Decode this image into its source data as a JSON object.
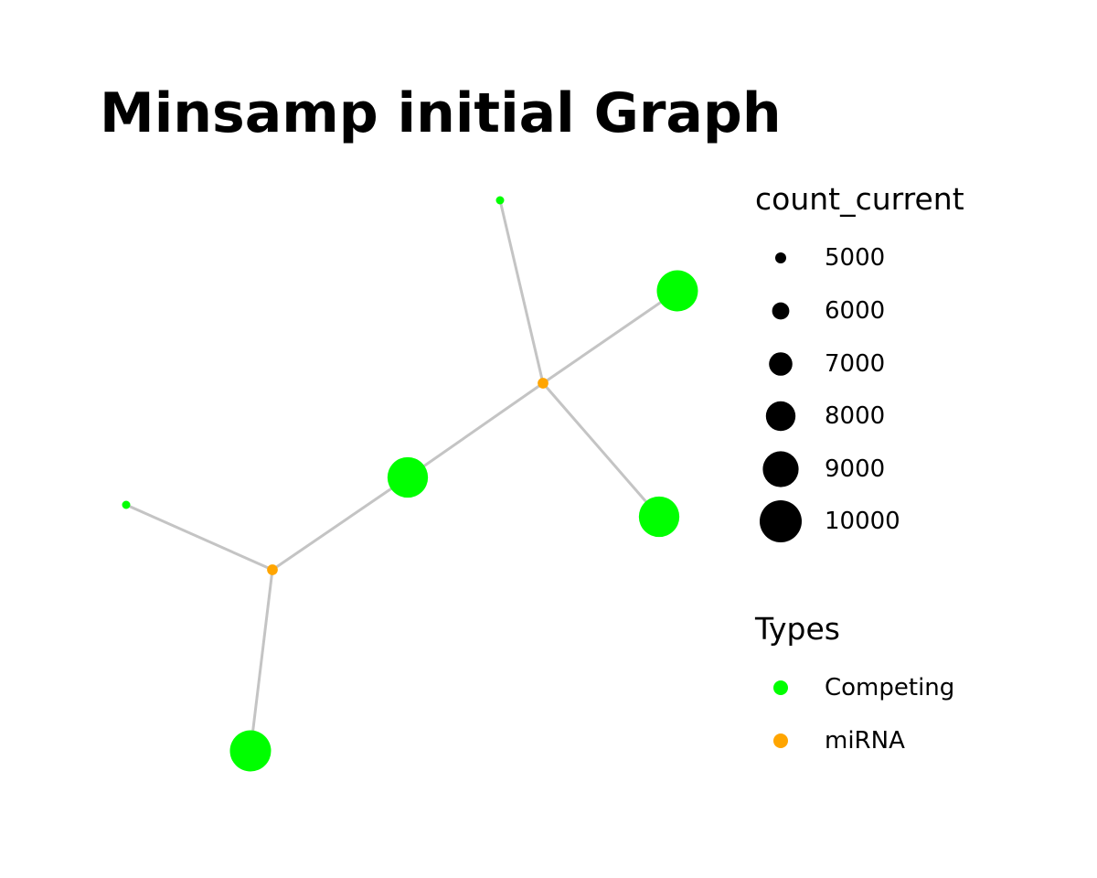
{
  "title": "Minsamp initial Graph",
  "colors": {
    "Competing": "#00ff00",
    "miRNA": "#ffa500",
    "edge": "#c4c4c4",
    "legend_size_key": "#000000"
  },
  "legend": {
    "size_title": "count_current",
    "size_items": [
      {
        "label": "5000",
        "value": 5000
      },
      {
        "label": "6000",
        "value": 6000
      },
      {
        "label": "7000",
        "value": 7000
      },
      {
        "label": "8000",
        "value": 8000
      },
      {
        "label": "9000",
        "value": 9000
      },
      {
        "label": "10000",
        "value": 10000
      }
    ],
    "type_title": "Types",
    "type_items": [
      {
        "label": "Competing",
        "type": "Competing"
      },
      {
        "label": "miRNA",
        "type": "miRNA"
      }
    ]
  },
  "graph": {
    "nodes": [
      {
        "id": "n1",
        "type": "Competing",
        "count_current": 4700
      },
      {
        "id": "n2",
        "type": "Competing",
        "count_current": 10000
      },
      {
        "id": "n3",
        "type": "miRNA",
        "count_current": 5100
      },
      {
        "id": "n4",
        "type": "Competing",
        "count_current": 9900
      },
      {
        "id": "n5",
        "type": "Competing",
        "count_current": 9900
      },
      {
        "id": "n6",
        "type": "Competing",
        "count_current": 4700
      },
      {
        "id": "n7",
        "type": "miRNA",
        "count_current": 5100
      },
      {
        "id": "n8",
        "type": "Competing",
        "count_current": 10000
      }
    ],
    "edges": [
      [
        "n3",
        "n1"
      ],
      [
        "n3",
        "n2"
      ],
      [
        "n3",
        "n5"
      ],
      [
        "n3",
        "n4"
      ],
      [
        "n7",
        "n4"
      ],
      [
        "n7",
        "n6"
      ],
      [
        "n7",
        "n8"
      ]
    ]
  }
}
